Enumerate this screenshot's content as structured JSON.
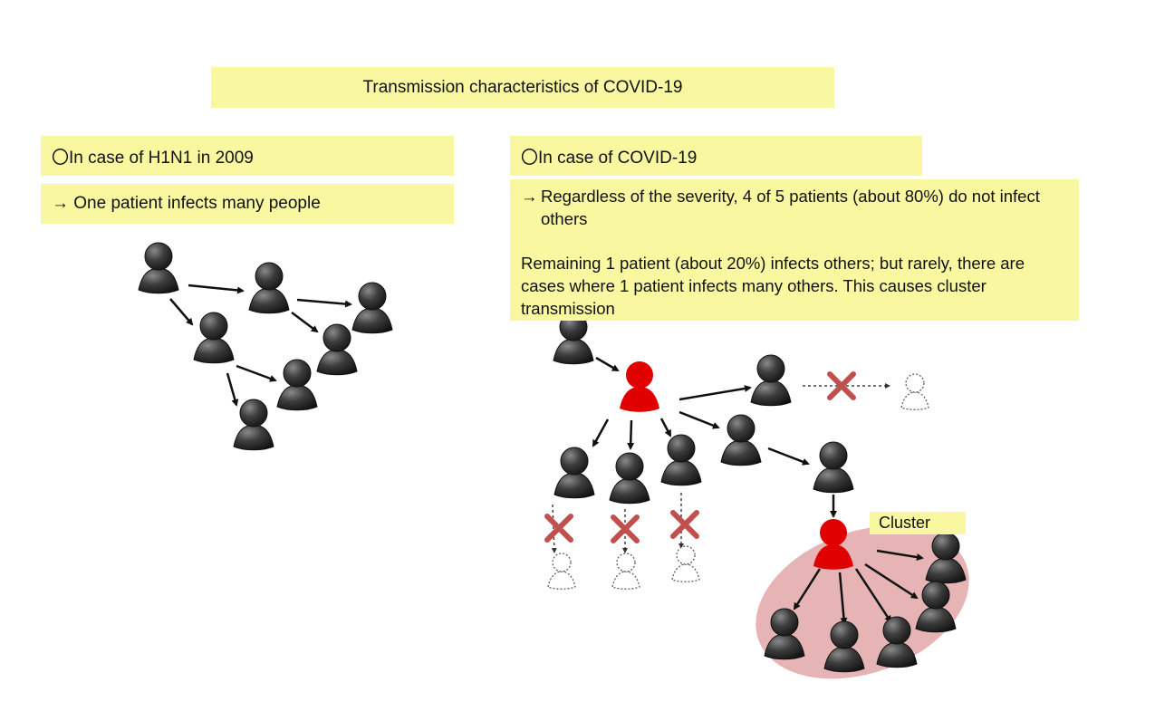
{
  "title": "Transmission characteristics of COVID-19",
  "h1n1": {
    "heading": "〇In case of H1N1 in 2009",
    "summary": "→ One patient infects many people"
  },
  "covid": {
    "heading": "〇In case of COVID-19",
    "point1_arrow": "→",
    "point1_line1": "Regardless of the severity, 4 of 5 patients (about 80%) do not infect",
    "point1_line2": "others",
    "point2_line1": "Remaining 1 patient (about 20%) infects others; but rarely, there are",
    "point2_line2": "cases where 1 patient infects many others. This causes cluster",
    "point2_line3": "transmission",
    "cluster_label": "Cluster"
  },
  "colors": {
    "note_background": "#f9f7a0",
    "person_dark": "#3a3a3a",
    "person_infector": "#e00000",
    "cluster_area": "#e7b4b6",
    "cross_mark": "#c0504d"
  },
  "icons": [
    "person-icon",
    "infector-person-icon",
    "uninfected-person-icon",
    "cross-icon",
    "arrow-icon"
  ]
}
